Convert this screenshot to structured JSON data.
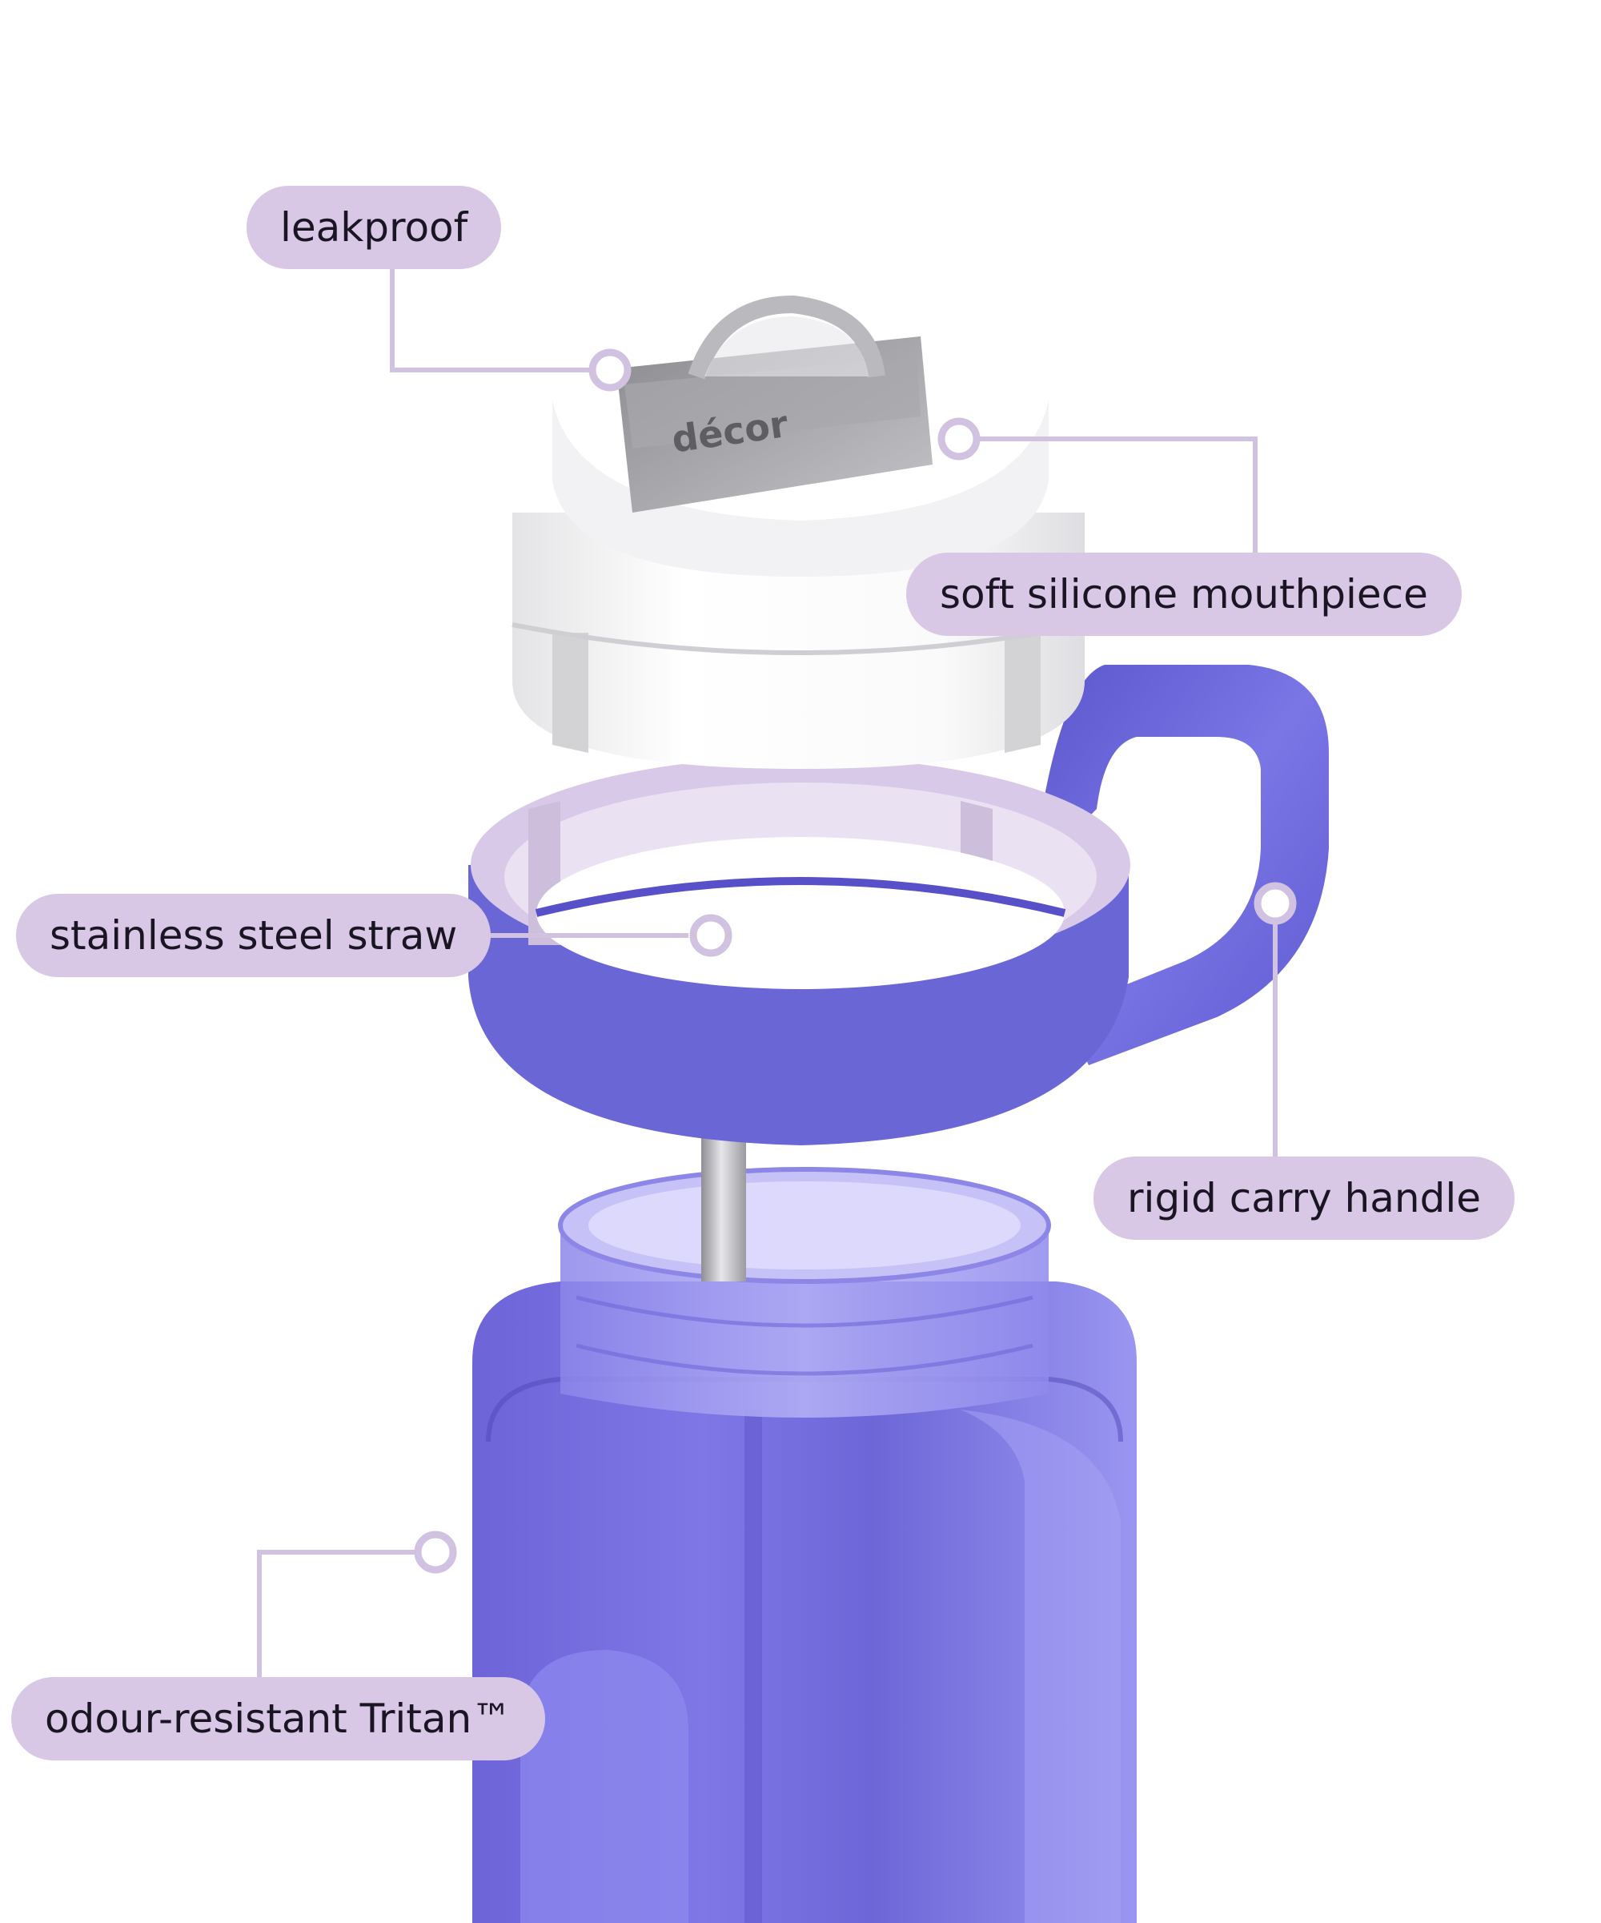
{
  "colors": {
    "label_bg": "#d8c8e6",
    "label_text": "#1a1523",
    "leader_line": "#d2c2e2",
    "bottle_purple": "#7a72e0",
    "handle_purple": "#6a66d6",
    "ring_lavender": "#d8c9e8",
    "lid_white": "#f6f6f6",
    "straw_steel": "#b9b9bd"
  },
  "brand": {
    "logo_text": "décor"
  },
  "callouts": [
    {
      "id": "leakproof",
      "label": "leakproof",
      "icon": "callout-dot-icon"
    },
    {
      "id": "mouthpiece",
      "label": "soft silicone mouthpiece",
      "icon": "callout-dot-icon"
    },
    {
      "id": "straw",
      "label": "stainless steel straw",
      "icon": "callout-dot-icon"
    },
    {
      "id": "handle",
      "label": "rigid carry handle",
      "icon": "callout-dot-icon"
    },
    {
      "id": "tritan",
      "label": "odour-resistant Tritan™",
      "icon": "callout-dot-icon"
    }
  ]
}
